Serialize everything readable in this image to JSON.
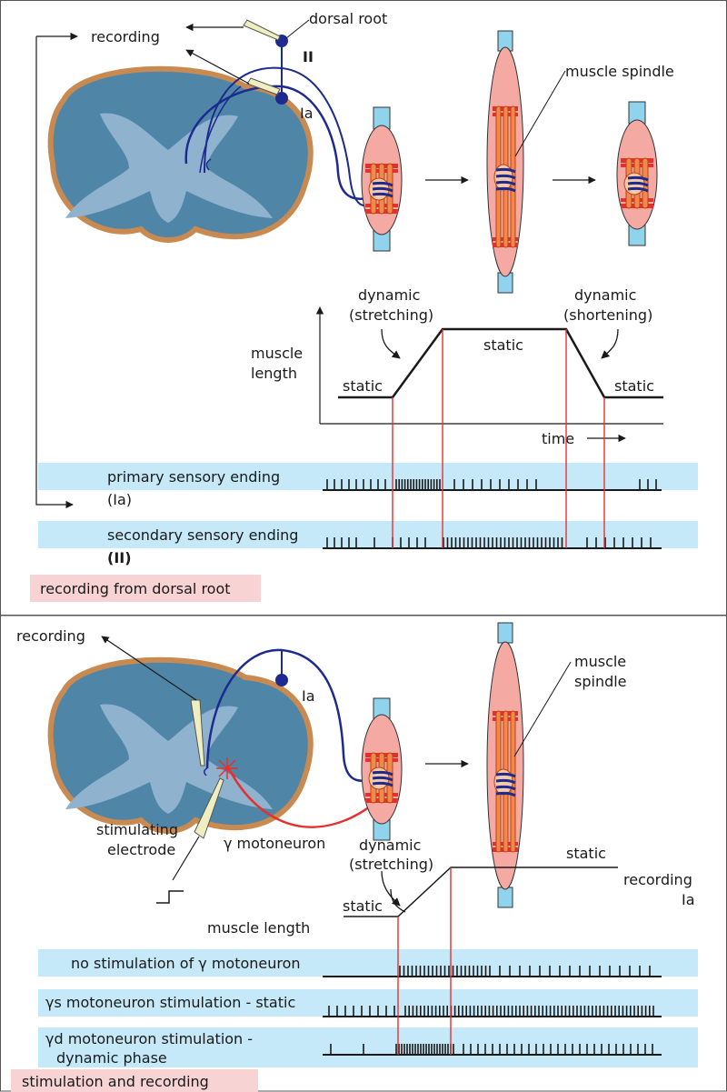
{
  "colors": {
    "cord_outer": "#c98a52",
    "cord_white": "#4f86a8",
    "cord_grey": "#8fb3cf",
    "nerve": "#1d2a8f",
    "muscle": "#f4a9a3",
    "muscle_stroke": "#333333",
    "spindle_red": "#e53030",
    "tendon": "#8fd3ec",
    "band": "#c5e9f8",
    "caption_band": "#f7d4d3",
    "red_marker": "#e53030",
    "electrode": "#eeeec0"
  },
  "panel_a": {
    "labels": {
      "recording": "recording",
      "dorsal_root": "dorsal root",
      "fiber_ii": "II",
      "fiber_ia": "Ia",
      "muscle_spindle": "muscle spindle",
      "dynamic_stretch_1": "dynamic",
      "dynamic_stretch_2": "(stretching)",
      "dynamic_short_1": "dynamic",
      "dynamic_short_2": "(shortening)",
      "muscle_length_1": "muscle",
      "muscle_length_2": "length",
      "static_left": "static",
      "static_mid": "static",
      "static_right": "static",
      "time": "time"
    },
    "rows": [
      {
        "label_1": "primary sensory ending",
        "label_2": "(Ia)"
      },
      {
        "label_1": "secondary  sensory ending",
        "label_2": "(II)"
      }
    ],
    "caption": "recording from dorsal root"
  },
  "panel_b": {
    "labels": {
      "recording": "recording",
      "fiber_ia": "Ia",
      "muscle_spindle_1": "muscle",
      "muscle_spindle_2": "spindle",
      "stimulating_1": "stimulating",
      "stimulating_2": "electrode",
      "gamma_motoneuron": "γ motoneuron",
      "dynamic_1": "dynamic",
      "dynamic_2": "(stretching)",
      "static_top": "static",
      "recording_ia_1": "recording",
      "recording_ia_2": "Ia",
      "muscle_length": "muscle length",
      "static_left": "static"
    },
    "rows": [
      {
        "label_1": "no stimulation of γ motoneuron",
        "label_2": ""
      },
      {
        "label_1": "γs motoneuron stimulation - static",
        "label_2": ""
      },
      {
        "label_1": "γd motoneuron stimulation -",
        "label_2": "dynamic phase"
      }
    ],
    "caption": "stimulation and recording"
  }
}
